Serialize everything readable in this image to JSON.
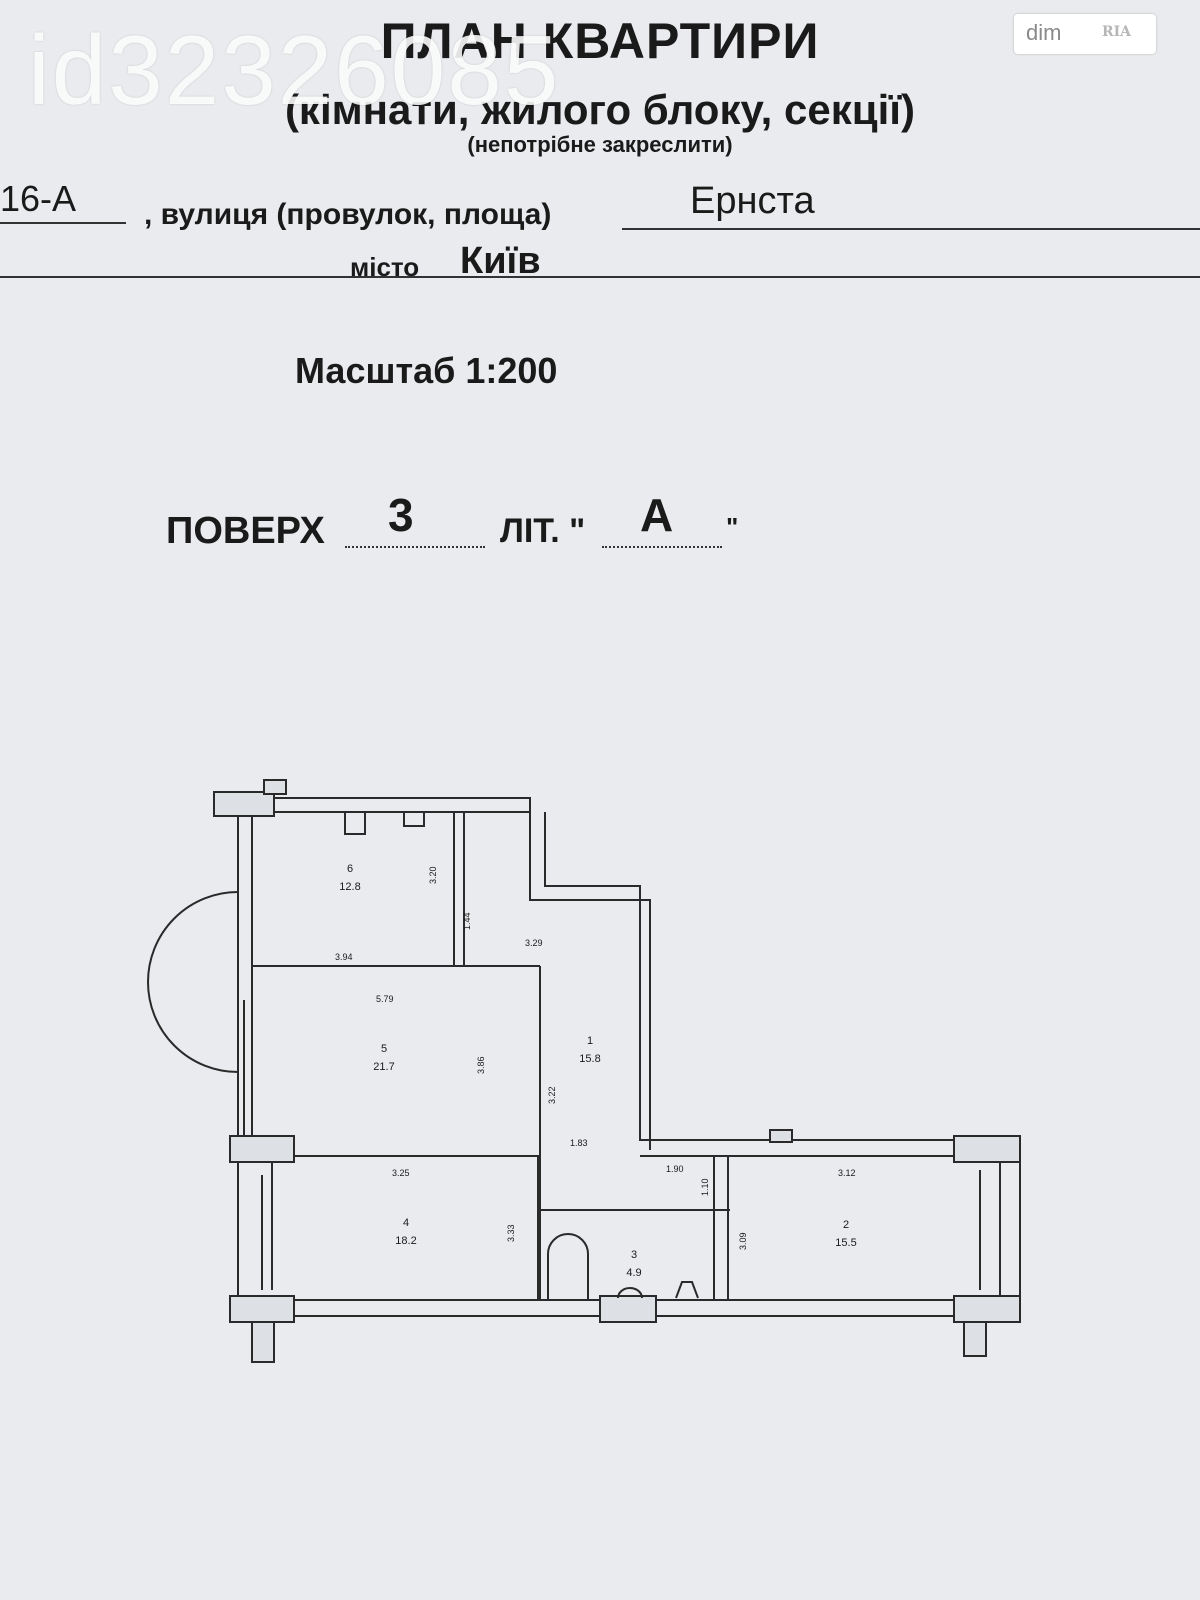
{
  "header": {
    "title": "ПЛАН КВАРТИРИ",
    "subtitle": "(кімнати, жилого блоку, секції)",
    "note": "(непотрібне закреслити)"
  },
  "address": {
    "house": "16-А",
    "street_label": ", вулиця (провулок, площа)",
    "street_name": "Ернста",
    "city_label": "місто",
    "city_name": "Київ"
  },
  "scale": "Масштаб 1:200",
  "floor": {
    "label": "ПОВЕРХ",
    "value": "3",
    "lit_label": "ЛІТ. \"",
    "lit_value": "А",
    "lit_close": "\""
  },
  "watermark": {
    "listing_id": "id32326085",
    "logo_text": "dim",
    "logo_sub": "RIA"
  },
  "plan": {
    "rooms": [
      {
        "id": "6",
        "area": "12.8"
      },
      {
        "id": "5",
        "area": "21.7"
      },
      {
        "id": "1",
        "area": "15.8"
      },
      {
        "id": "4",
        "area": "18.2"
      },
      {
        "id": "3",
        "area": "4.9"
      },
      {
        "id": "2",
        "area": "15.5"
      }
    ],
    "dimensions": [
      "3.20",
      "1.44",
      "3.94",
      "3.29",
      "5.79",
      "3.86",
      "3.22",
      "1.83",
      "3.25",
      "3.33",
      "1.90",
      "1.10",
      "3.12",
      "3.09"
    ],
    "colors": {
      "line": "#2a2a2a",
      "wall_fill": "#dde0e4"
    }
  }
}
